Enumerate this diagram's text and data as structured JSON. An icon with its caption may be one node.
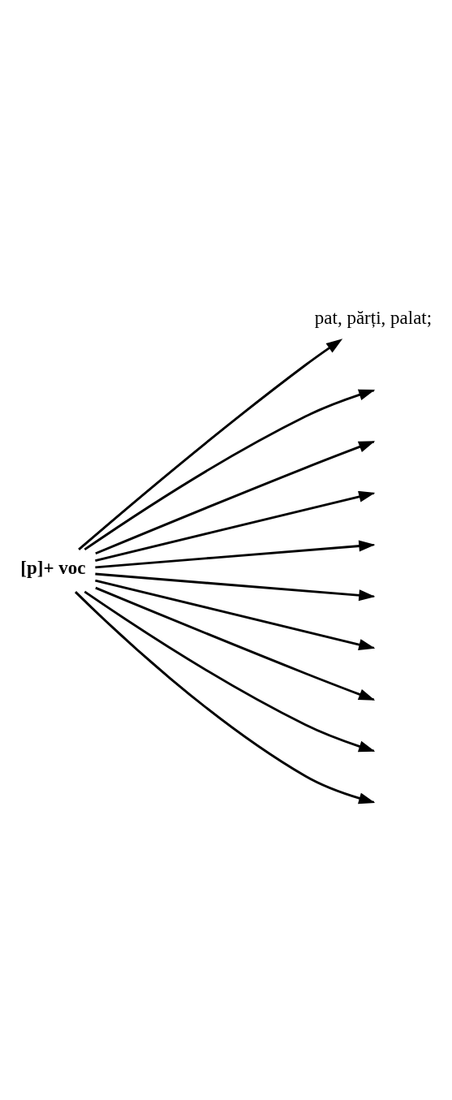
{
  "diagram": {
    "nodes": [
      {
        "text": [
          "[p]+ voc"
        ]
      },
      {
        "text": [
          "pat, părți, palat;"
        ]
      }
    ],
    "edges": [
      {
        "from": 0,
        "to": null,
        "arrow": "to"
      },
      {
        "from": 0,
        "to": null,
        "arrow": "to"
      },
      {
        "from": 0,
        "to": null,
        "arrow": "to"
      },
      {
        "from": 0,
        "to": null,
        "arrow": "to"
      },
      {
        "from": 0,
        "to": null,
        "arrow": "to"
      },
      {
        "from": 0,
        "to": null,
        "arrow": "to"
      },
      {
        "from": 0,
        "to": null,
        "arrow": "to"
      },
      {
        "from": 0,
        "to": null,
        "arrow": "to"
      },
      {
        "from": 0,
        "to": null,
        "arrow": "to"
      },
      {
        "from": 0,
        "to": 1,
        "arrow": "to"
      }
    ]
  }
}
